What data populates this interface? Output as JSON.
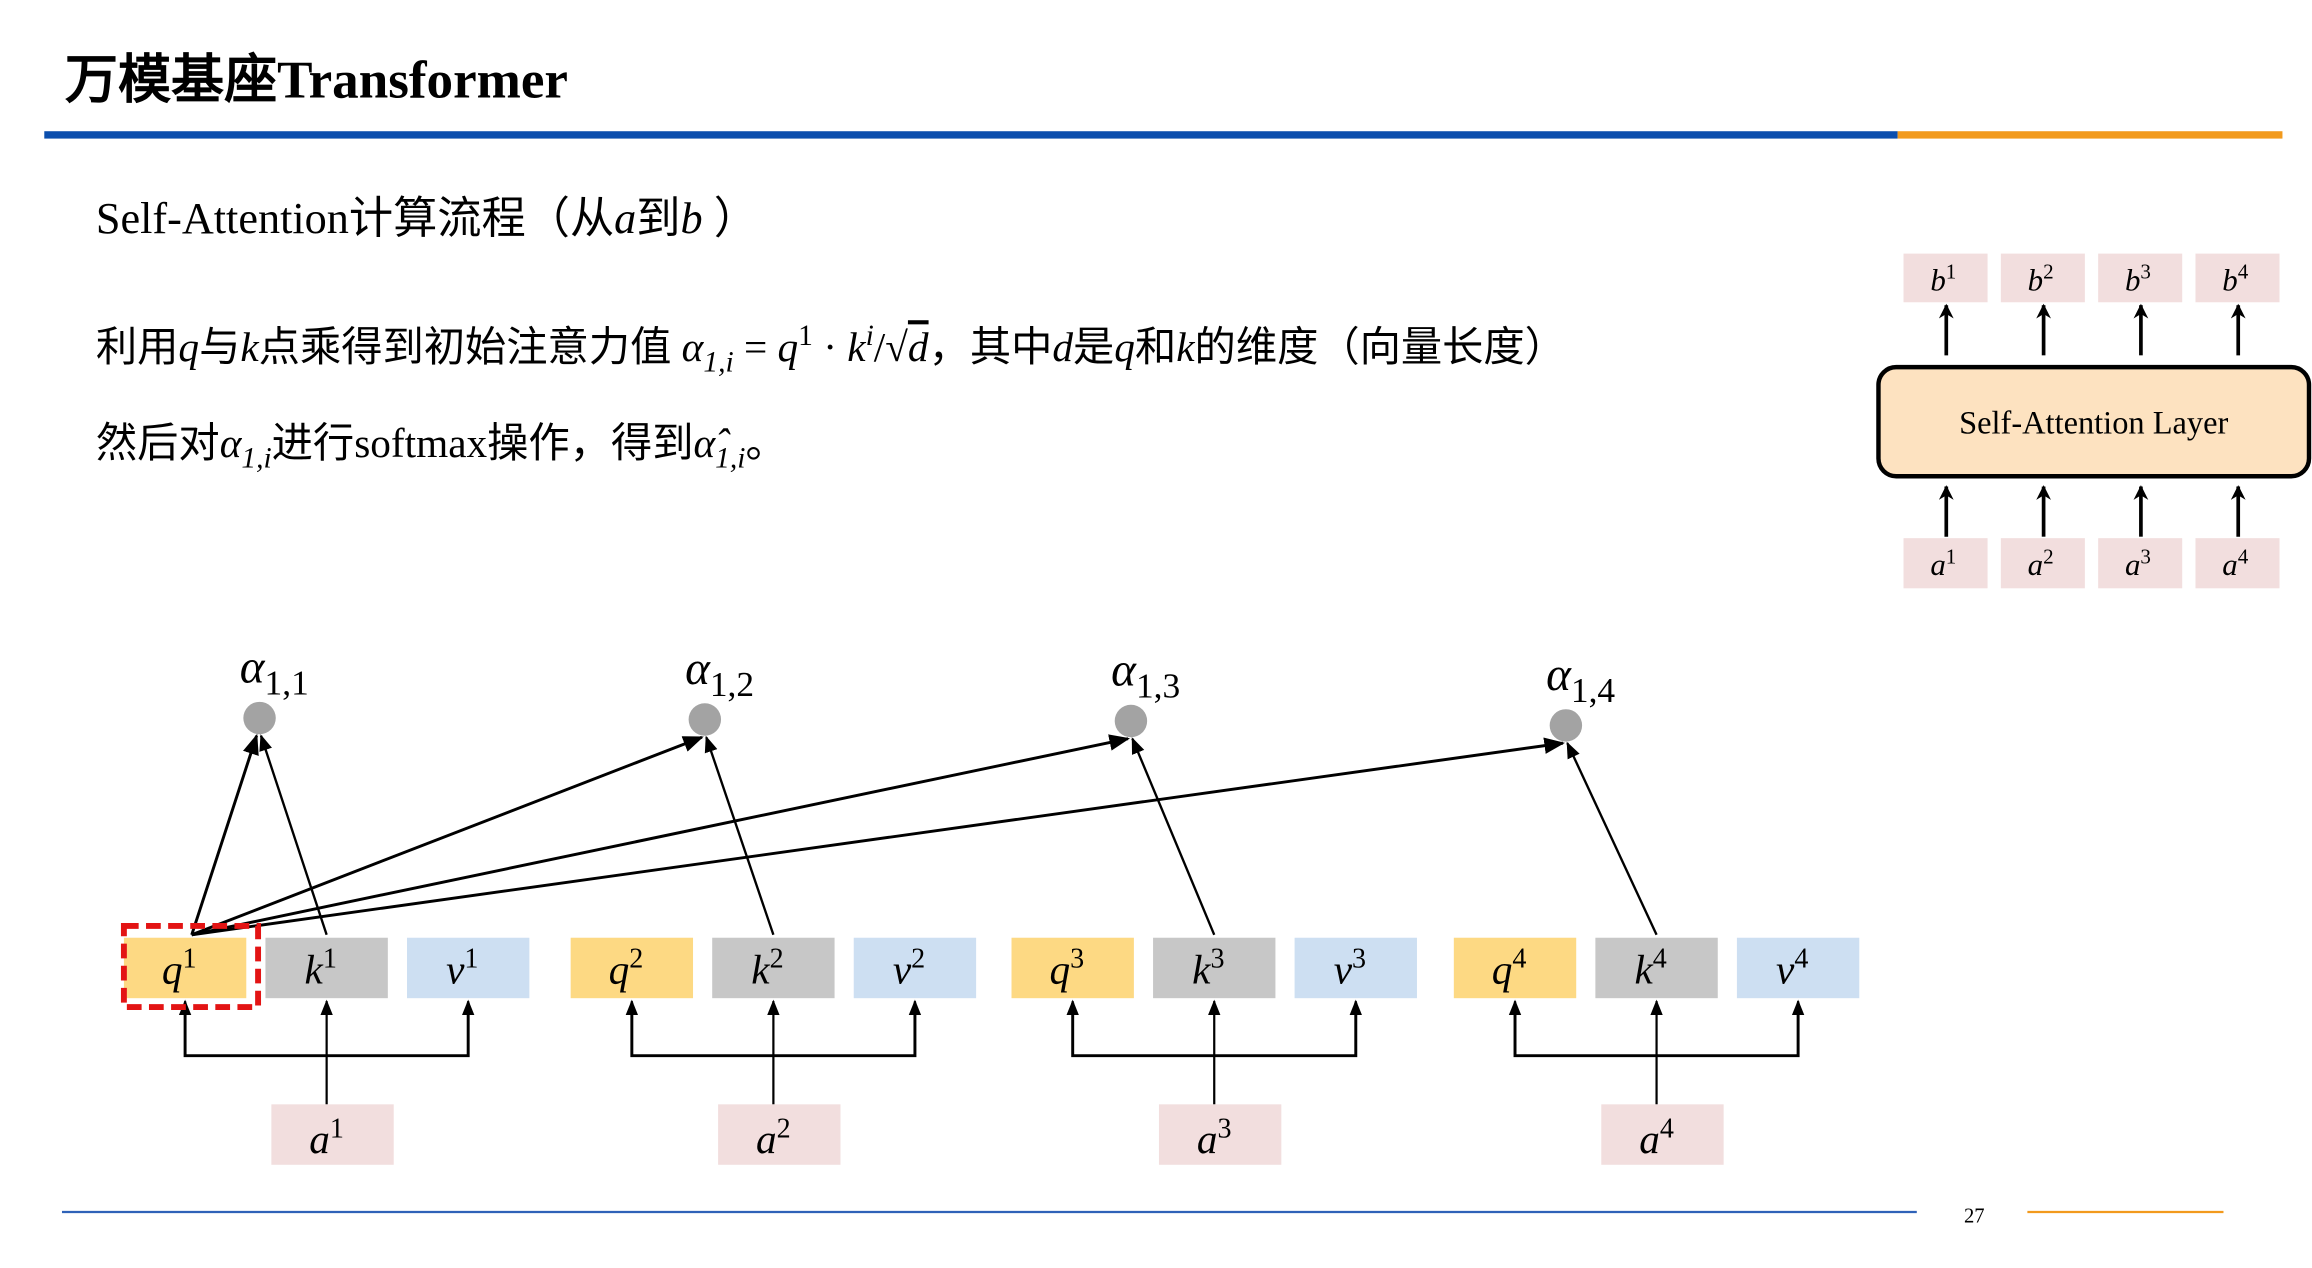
{
  "slide": {
    "title": "万模基座Transformer",
    "subtitle": {
      "pre": "Self-Attention计算流程（从",
      "a": "a",
      "mid": "到",
      "b": "b",
      "post": " ）"
    },
    "line1": {
      "t1": "利用",
      "q": "q",
      "t2": "与",
      "k": "k",
      "t3": "点乘得到初始注意力值 ",
      "alpha": "α",
      "alpha_sub": "1,i",
      "eq": " = ",
      "q1": "q",
      "q1_sup": "1",
      "dot": " · ",
      "ki": "k",
      "ki_sup": "i",
      "slash": "/√",
      "d": "d",
      "t4": "，其中",
      "d2": "d",
      "t5": "是",
      "q2": "q",
      "t6": "和",
      "k2": "k",
      "t7": "的维度（向量长度）"
    },
    "line2": {
      "t1": "然后对",
      "alpha": "α",
      "alpha_sub": "1,i",
      "t2": "进行softmax操作，得到",
      "alpha_hat": "α̂",
      "alpha_hat_sub": "1,i",
      "t3": "。"
    },
    "page_number": "27"
  },
  "layer_diagram": {
    "layer_label": "Self-Attention Layer",
    "outputs": [
      {
        "base": "b",
        "sup": "1"
      },
      {
        "base": "b",
        "sup": "2"
      },
      {
        "base": "b",
        "sup": "3"
      },
      {
        "base": "b",
        "sup": "4"
      }
    ],
    "inputs": [
      {
        "base": "a",
        "sup": "1"
      },
      {
        "base": "a",
        "sup": "2"
      },
      {
        "base": "a",
        "sup": "3"
      },
      {
        "base": "a",
        "sup": "4"
      }
    ]
  },
  "attention_diagram": {
    "scores": [
      {
        "base": "α",
        "sub": "1,1"
      },
      {
        "base": "α",
        "sub": "1,2"
      },
      {
        "base": "α",
        "sub": "1,3"
      },
      {
        "base": "α",
        "sub": "1,4"
      }
    ],
    "groups": [
      {
        "q": {
          "base": "q",
          "sup": "1"
        },
        "k": {
          "base": "k",
          "sup": "1"
        },
        "v": {
          "base": "v",
          "sup": "1"
        },
        "a": {
          "base": "a",
          "sup": "1"
        }
      },
      {
        "q": {
          "base": "q",
          "sup": "2"
        },
        "k": {
          "base": "k",
          "sup": "2"
        },
        "v": {
          "base": "v",
          "sup": "2"
        },
        "a": {
          "base": "a",
          "sup": "2"
        }
      },
      {
        "q": {
          "base": "q",
          "sup": "3"
        },
        "k": {
          "base": "k",
          "sup": "3"
        },
        "v": {
          "base": "v",
          "sup": "3"
        },
        "a": {
          "base": "a",
          "sup": "3"
        }
      },
      {
        "q": {
          "base": "q",
          "sup": "4"
        },
        "k": {
          "base": "k",
          "sup": "4"
        },
        "v": {
          "base": "v",
          "sup": "4"
        },
        "a": {
          "base": "a",
          "sup": "4"
        }
      }
    ],
    "highlighted": "q1"
  },
  "colors": {
    "header_blue": "#0b4ead",
    "header_orange": "#f29a1d",
    "query": "#fdd983",
    "key": "#c7c7c7",
    "value": "#cddff2",
    "input": "#f2dede",
    "layer": "#fde2c0",
    "score": "#a3a3a3",
    "highlight": "#e31414"
  }
}
